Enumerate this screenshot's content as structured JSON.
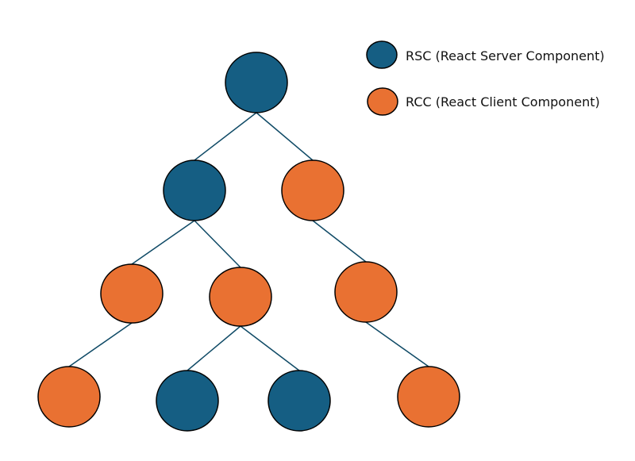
{
  "colors": {
    "rsc": "#155E83",
    "rcc": "#E97132",
    "stroke": "#000000",
    "edge": "#0F4A66"
  },
  "legend": [
    {
      "type": "rsc",
      "label": "RSC (React Server Component)"
    },
    {
      "type": "rcc",
      "label": "RCC (React Client Component)"
    }
  ],
  "tree": {
    "nodes": [
      {
        "id": "root",
        "type": "rsc"
      },
      {
        "id": "l1-left",
        "type": "rsc"
      },
      {
        "id": "l1-right",
        "type": "rcc"
      },
      {
        "id": "l2-a",
        "type": "rcc"
      },
      {
        "id": "l2-b",
        "type": "rcc"
      },
      {
        "id": "l2-c",
        "type": "rcc"
      },
      {
        "id": "l3-a",
        "type": "rcc"
      },
      {
        "id": "l3-b",
        "type": "rsc"
      },
      {
        "id": "l3-c",
        "type": "rsc"
      },
      {
        "id": "l3-d",
        "type": "rcc"
      }
    ],
    "edges": [
      [
        "root",
        "l1-left"
      ],
      [
        "root",
        "l1-right"
      ],
      [
        "l1-left",
        "l2-a"
      ],
      [
        "l1-left",
        "l2-b"
      ],
      [
        "l1-right",
        "l2-c"
      ],
      [
        "l2-a",
        "l3-a"
      ],
      [
        "l2-b",
        "l3-b"
      ],
      [
        "l2-b",
        "l3-c"
      ],
      [
        "l2-c",
        "l3-d"
      ]
    ]
  }
}
